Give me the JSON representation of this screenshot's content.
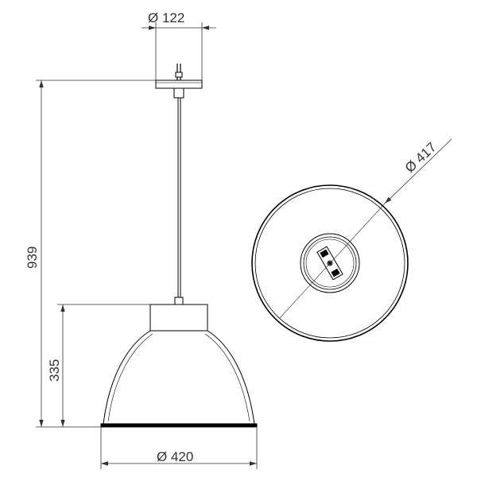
{
  "drawing": {
    "dimensions": {
      "canopy_diameter": "Ø 122",
      "total_height": "939",
      "shade_height": "335",
      "shade_diameter_side": "Ø 420",
      "shade_diameter_top": "Ø 417"
    },
    "colors": {
      "line": "#000000",
      "dimension": "#333333",
      "background": "#ffffff"
    }
  }
}
